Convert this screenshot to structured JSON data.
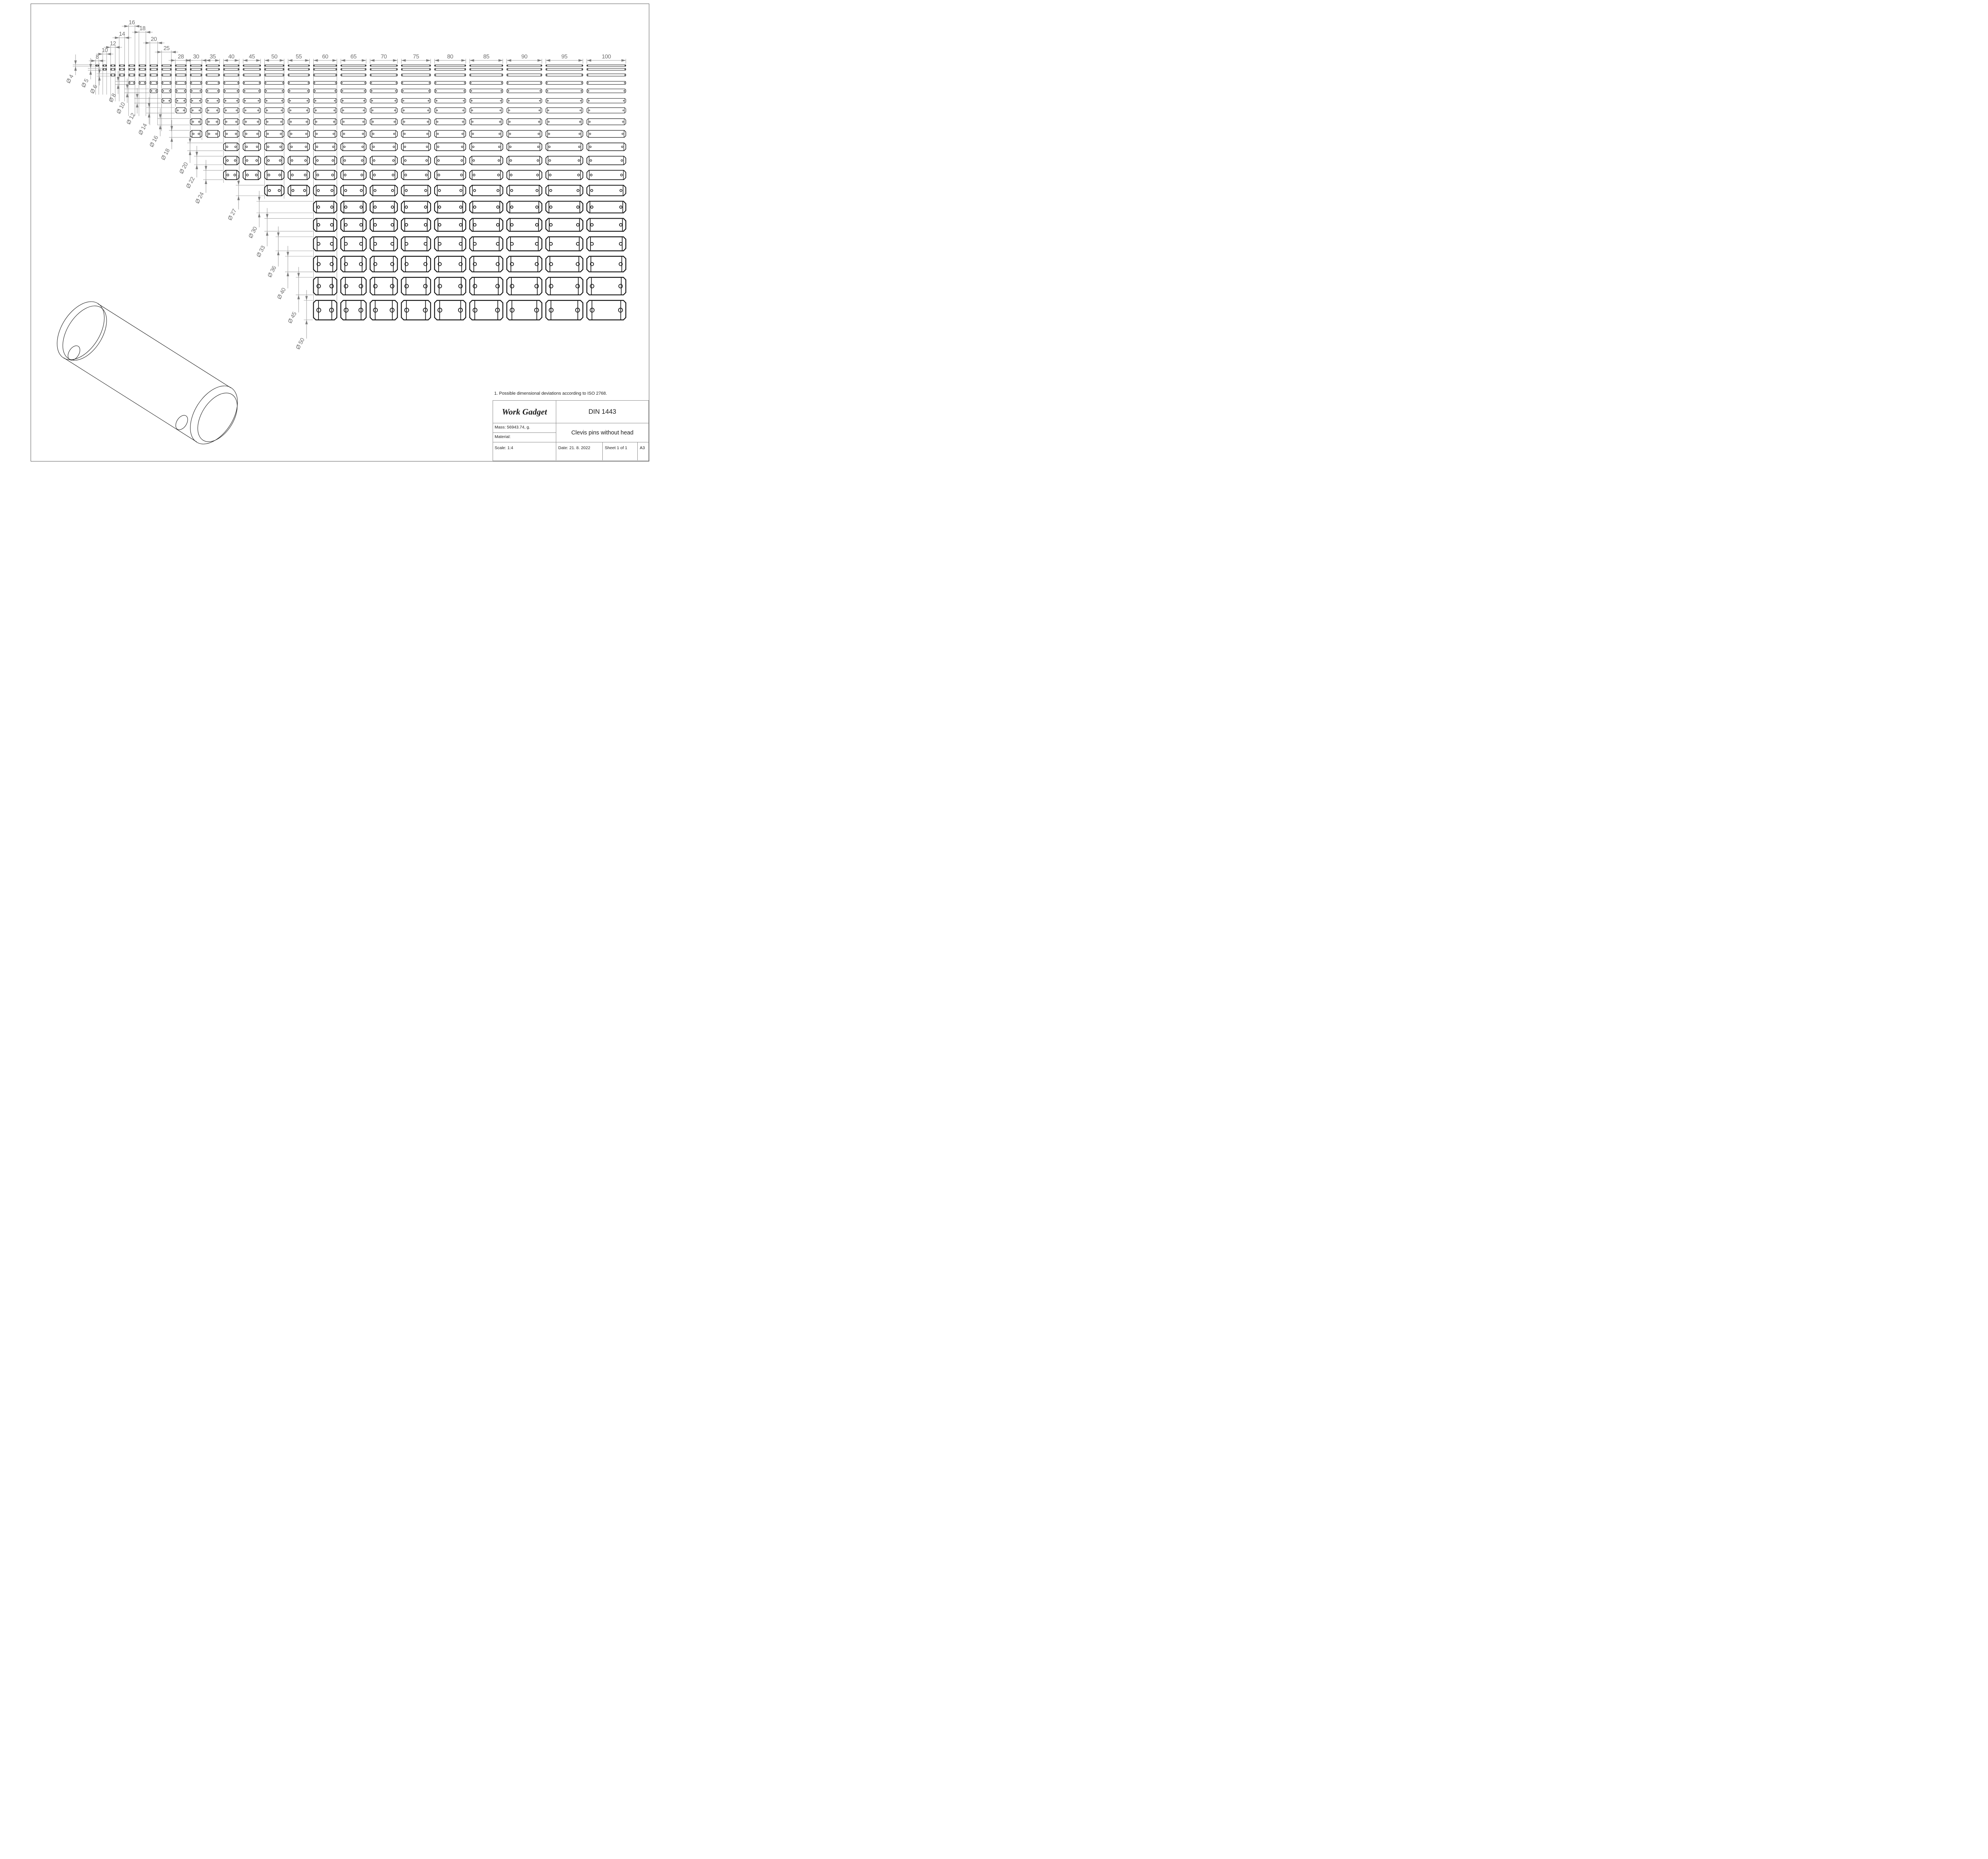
{
  "note": "1. Possible dimensional deviations according to ISO 2768.",
  "title_block": {
    "company": "Work Gadget",
    "standard": "DIN 1443",
    "title": "Clevis pins without head",
    "mass_label": "Mass: 56943.74, g.",
    "material_label": "Material:",
    "scale_label": "Scale: 1:4",
    "date_label": "Date: 21. 8. 2022",
    "sheet_label": "Sheet 1 of 1",
    "format_label": "A3"
  },
  "drawing": {
    "dia_prefix": "Ø",
    "lengths": [
      8,
      10,
      12,
      14,
      16,
      18,
      20,
      25,
      28,
      30,
      35,
      40,
      45,
      50,
      55,
      60,
      65,
      70,
      75,
      80,
      85,
      90,
      95,
      100
    ],
    "diameters": [
      {
        "dia": 4,
        "min_len": 8
      },
      {
        "dia": 5,
        "min_len": 10
      },
      {
        "dia": 6,
        "min_len": 12
      },
      {
        "dia": 8,
        "min_len": 16
      },
      {
        "dia": 10,
        "min_len": 20
      },
      {
        "dia": 12,
        "min_len": 25
      },
      {
        "dia": 14,
        "min_len": 28
      },
      {
        "dia": 16,
        "min_len": 30
      },
      {
        "dia": 18,
        "min_len": 30
      },
      {
        "dia": 20,
        "min_len": 40
      },
      {
        "dia": 22,
        "min_len": 40
      },
      {
        "dia": 24,
        "min_len": 40
      },
      {
        "dia": 27,
        "min_len": 50
      },
      {
        "dia": 30,
        "min_len": 60
      },
      {
        "dia": 33,
        "min_len": 60
      },
      {
        "dia": 36,
        "min_len": 60
      },
      {
        "dia": 40,
        "min_len": 60
      },
      {
        "dia": 45,
        "min_len": 60
      },
      {
        "dia": 50,
        "min_len": 60
      }
    ],
    "colors": {
      "pin_line": "#161616",
      "dim_line": "#7d7d7d",
      "dim_text": "#6f6f6f",
      "iso_line": "#222222"
    }
  }
}
